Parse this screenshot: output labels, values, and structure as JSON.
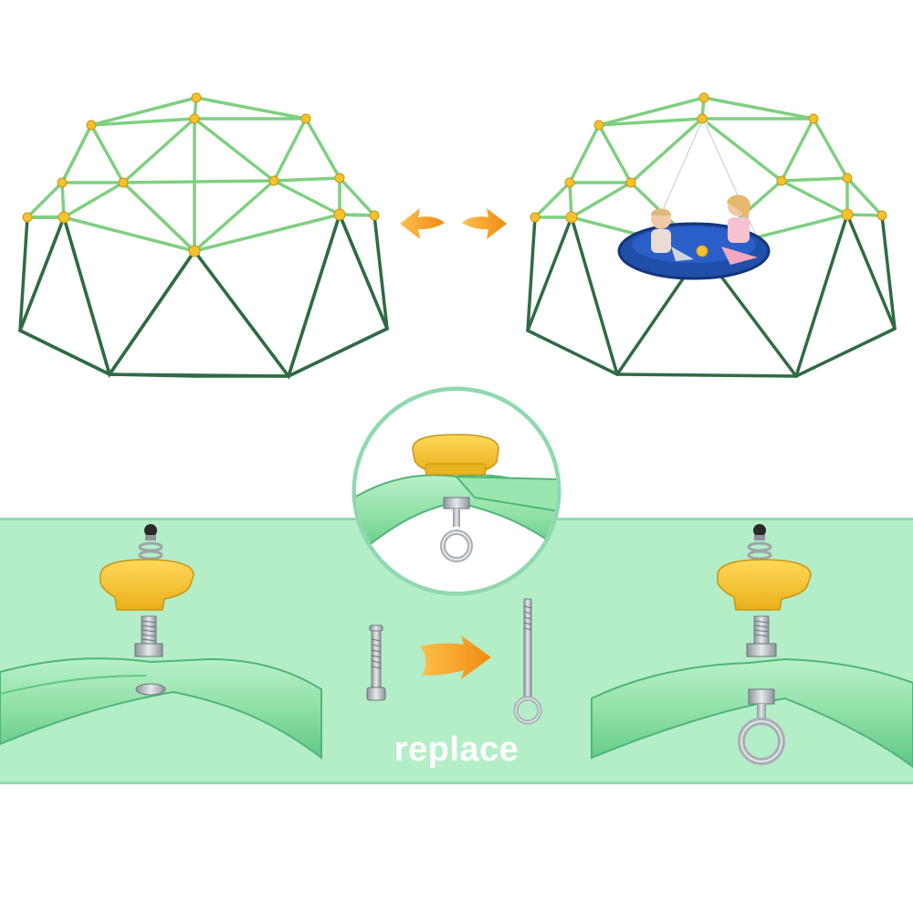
{
  "caption": {
    "replace_label": "replace"
  },
  "panels": {
    "dome_left": "dome-climber",
    "dome_right": "dome-climber-with-swing",
    "detail_left": "cap-bolt-assembly",
    "detail_zoom": "eye-hook-closeup",
    "detail_right": "cap-eyehook-assembly"
  },
  "icons": {
    "swap": "double-arrow-icon",
    "replace_arrow": "right-arrow-icon",
    "bolt": "bolt-icon",
    "eye_bolt": "eye-bolt-icon"
  },
  "colors": {
    "frame_light": "#7ed07f",
    "frame_dark": "#2f6b43",
    "cap_yellow": "#f5c12c",
    "arrow_orange": "#f59b1c",
    "band_green": "#b3eec7",
    "band_border": "#8fd9ae",
    "swing_blue": "#2a5fc9",
    "tube_green": "#8fe0a6",
    "tube_green_dark": "#5fc785",
    "metal": "#b9bec4"
  }
}
